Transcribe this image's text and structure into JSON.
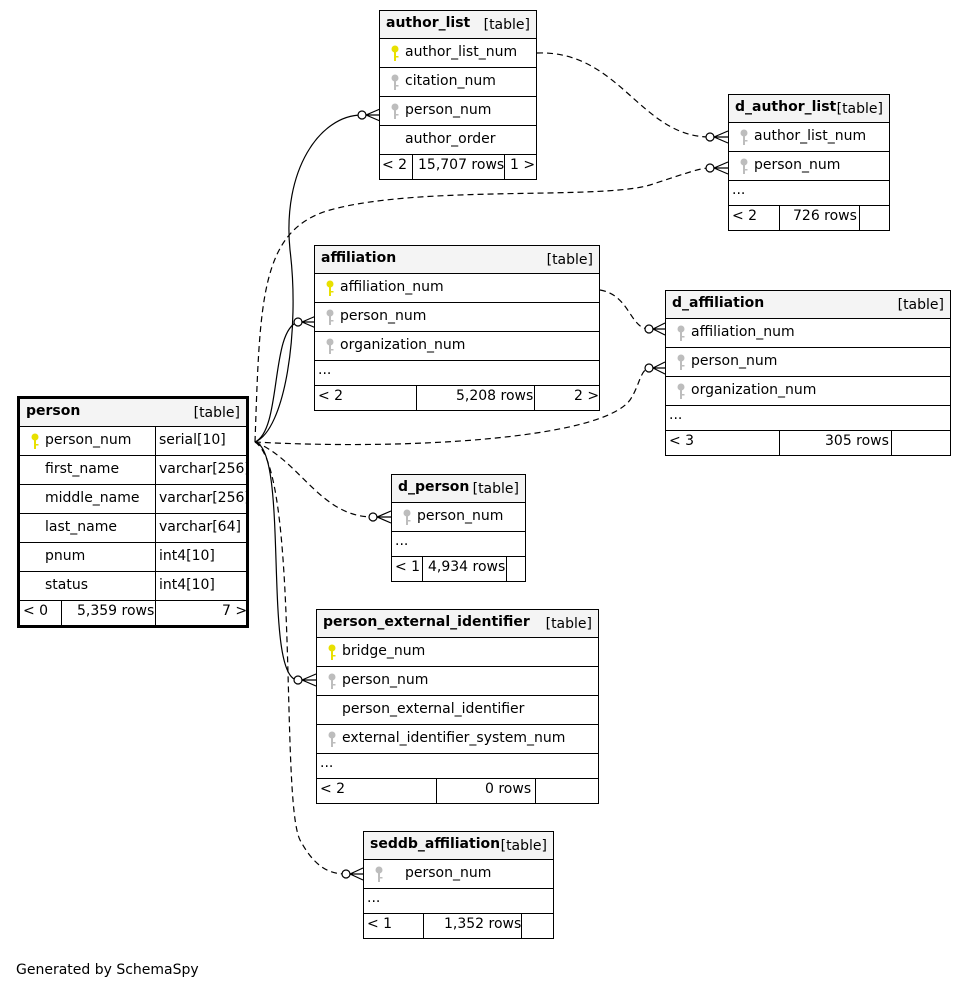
{
  "footer_text": "Generated by SchemaSpy",
  "tables": {
    "author_list": {
      "name": "author_list",
      "kind": "[table]",
      "columns": [
        "author_list_num",
        "citation_num",
        "person_num",
        "author_order"
      ],
      "foot": [
        "< 2",
        "15,707 rows",
        "1 >"
      ]
    },
    "d_author_list": {
      "name": "d_author_list",
      "kind": "[table]",
      "columns": [
        "author_list_num",
        "person_num"
      ],
      "more": "...",
      "foot": [
        "< 2",
        "726 rows"
      ]
    },
    "affiliation": {
      "name": "affiliation",
      "kind": "[table]",
      "columns": [
        "affiliation_num",
        "person_num",
        "organization_num"
      ],
      "more": "...",
      "foot": [
        "< 2",
        "5,208 rows",
        "2 >"
      ]
    },
    "d_affiliation": {
      "name": "d_affiliation",
      "kind": "[table]",
      "columns": [
        "affiliation_num",
        "person_num",
        "organization_num"
      ],
      "more": "...",
      "foot": [
        "< 3",
        "305 rows"
      ]
    },
    "person": {
      "name": "person",
      "kind": "[table]",
      "columns": [
        {
          "name": "person_num",
          "type": "serial[10]"
        },
        {
          "name": "first_name",
          "type": "varchar[256]"
        },
        {
          "name": "middle_name",
          "type": "varchar[256]"
        },
        {
          "name": "last_name",
          "type": "varchar[64]"
        },
        {
          "name": "pnum",
          "type": "int4[10]"
        },
        {
          "name": "status",
          "type": "int4[10]"
        }
      ],
      "foot": [
        "< 0",
        "5,359 rows",
        "7 >"
      ]
    },
    "d_person": {
      "name": "d_person",
      "kind": "[table]",
      "columns": [
        "person_num"
      ],
      "more": "...",
      "foot": [
        "< 1",
        "4,934 rows"
      ]
    },
    "person_external_identifier": {
      "name": "person_external_identifier",
      "kind": "[table]",
      "columns": [
        "bridge_num",
        "person_num",
        "person_external_identifier",
        "external_identifier_system_num"
      ],
      "more": "...",
      "foot": [
        "< 2",
        "0 rows"
      ]
    },
    "seddb_affiliation": {
      "name": "seddb_affiliation",
      "kind": "[table]",
      "columns": [
        "person_num"
      ],
      "more": "...",
      "foot": [
        "< 1",
        "1,352 rows"
      ]
    }
  },
  "colors": {
    "primary_key": "#e8e000",
    "foreign_key": "#bdbdbd",
    "header_bg": "#f4f4f4"
  }
}
